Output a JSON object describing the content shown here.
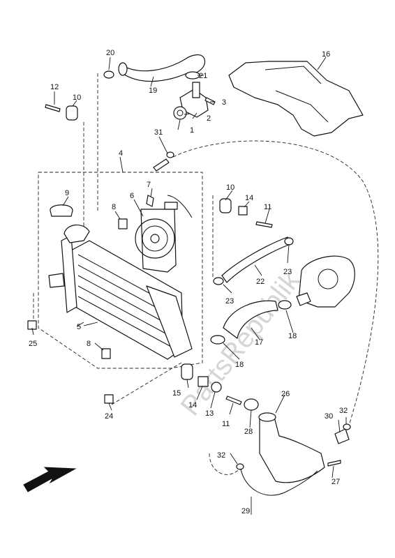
{
  "watermark": "PartsRepublik",
  "callouts": {
    "c1": "1",
    "c2": "2",
    "c3": "3",
    "c4": "4",
    "c5": "5",
    "c6": "6",
    "c7": "7",
    "c8a": "8",
    "c8b": "8",
    "c9": "9",
    "c10a": "10",
    "c10b": "10",
    "c11a": "11",
    "c11b": "11",
    "c12": "12",
    "c13": "13",
    "c14a": "14",
    "c14b": "14",
    "c15": "15",
    "c16": "16",
    "c17": "17",
    "c18a": "18",
    "c18b": "18",
    "c19": "19",
    "c20": "20",
    "c21": "21",
    "c22": "22",
    "c23a": "23",
    "c23b": "23",
    "c24": "24",
    "c25": "25",
    "c26": "26",
    "c27": "27",
    "c28": "28",
    "c29": "29",
    "c30": "30",
    "c31": "31",
    "c32a": "32",
    "c32b": "32"
  }
}
